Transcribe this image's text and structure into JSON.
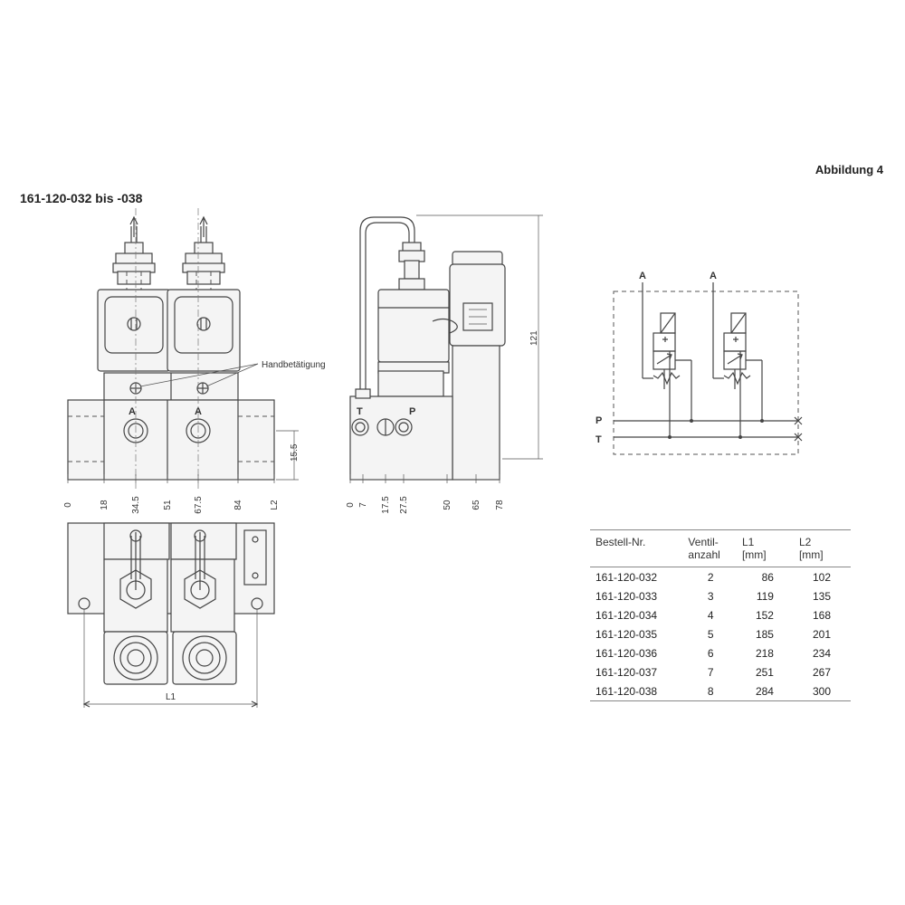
{
  "figure_label": "Abbildung 4",
  "series_title": "161-120-032 bis -038",
  "front_view": {
    "callout": "Handbetätigung",
    "port_labels": [
      "A",
      "A"
    ],
    "height_dim": "15.5",
    "x_ticks": [
      "0",
      "18",
      "34.5",
      "51",
      "67.5",
      "84",
      "L2"
    ]
  },
  "side_view": {
    "port_labels": [
      "T",
      "P"
    ],
    "height_dim": "121",
    "x_ticks": [
      "0",
      "7",
      "17.5",
      "27.5",
      "50",
      "65",
      "78"
    ]
  },
  "top_view": {
    "length_label": "L1"
  },
  "schematic": {
    "outputs": [
      "A",
      "A"
    ],
    "lines": [
      "P",
      "T"
    ]
  },
  "table": {
    "headers": [
      "Bestell-Nr.",
      "Ventil-\nanzahl",
      "L1\n[mm]",
      "L2\n[mm]"
    ],
    "rows": [
      [
        "161-120-032",
        "2",
        "86",
        "102"
      ],
      [
        "161-120-033",
        "3",
        "119",
        "135"
      ],
      [
        "161-120-034",
        "4",
        "152",
        "168"
      ],
      [
        "161-120-035",
        "5",
        "185",
        "201"
      ],
      [
        "161-120-036",
        "6",
        "218",
        "234"
      ],
      [
        "161-120-037",
        "7",
        "251",
        "267"
      ],
      [
        "161-120-038",
        "8",
        "284",
        "300"
      ]
    ]
  }
}
